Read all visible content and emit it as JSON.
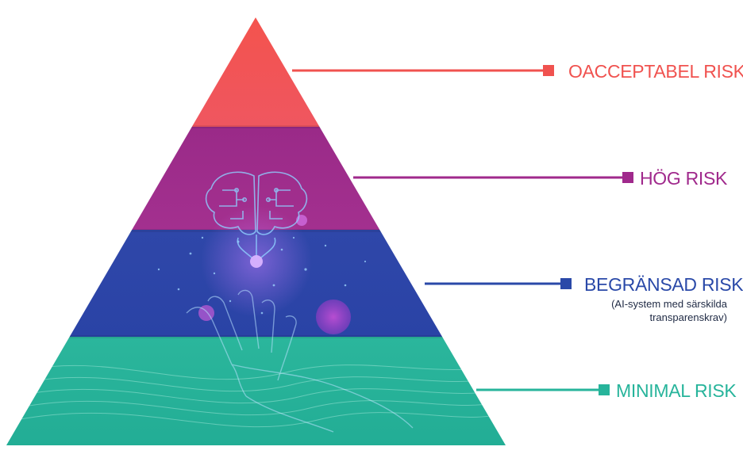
{
  "levels": [
    {
      "label": "OACCEPTABEL RISK",
      "note": "",
      "color": "#f0524f"
    },
    {
      "label": "HÖG RISK",
      "note": "",
      "color": "#a0298c"
    },
    {
      "label": "BEGRÄNSAD RISK",
      "note": "(AI-system med särskilda\ntransparenskrav)",
      "color": "#2a49a8"
    },
    {
      "label": "MINIMAL RISK",
      "note": "",
      "color": "#27b49b"
    }
  ],
  "illustration": {
    "brain": "brain-circuit-icon",
    "hand": "hand-illustration"
  }
}
